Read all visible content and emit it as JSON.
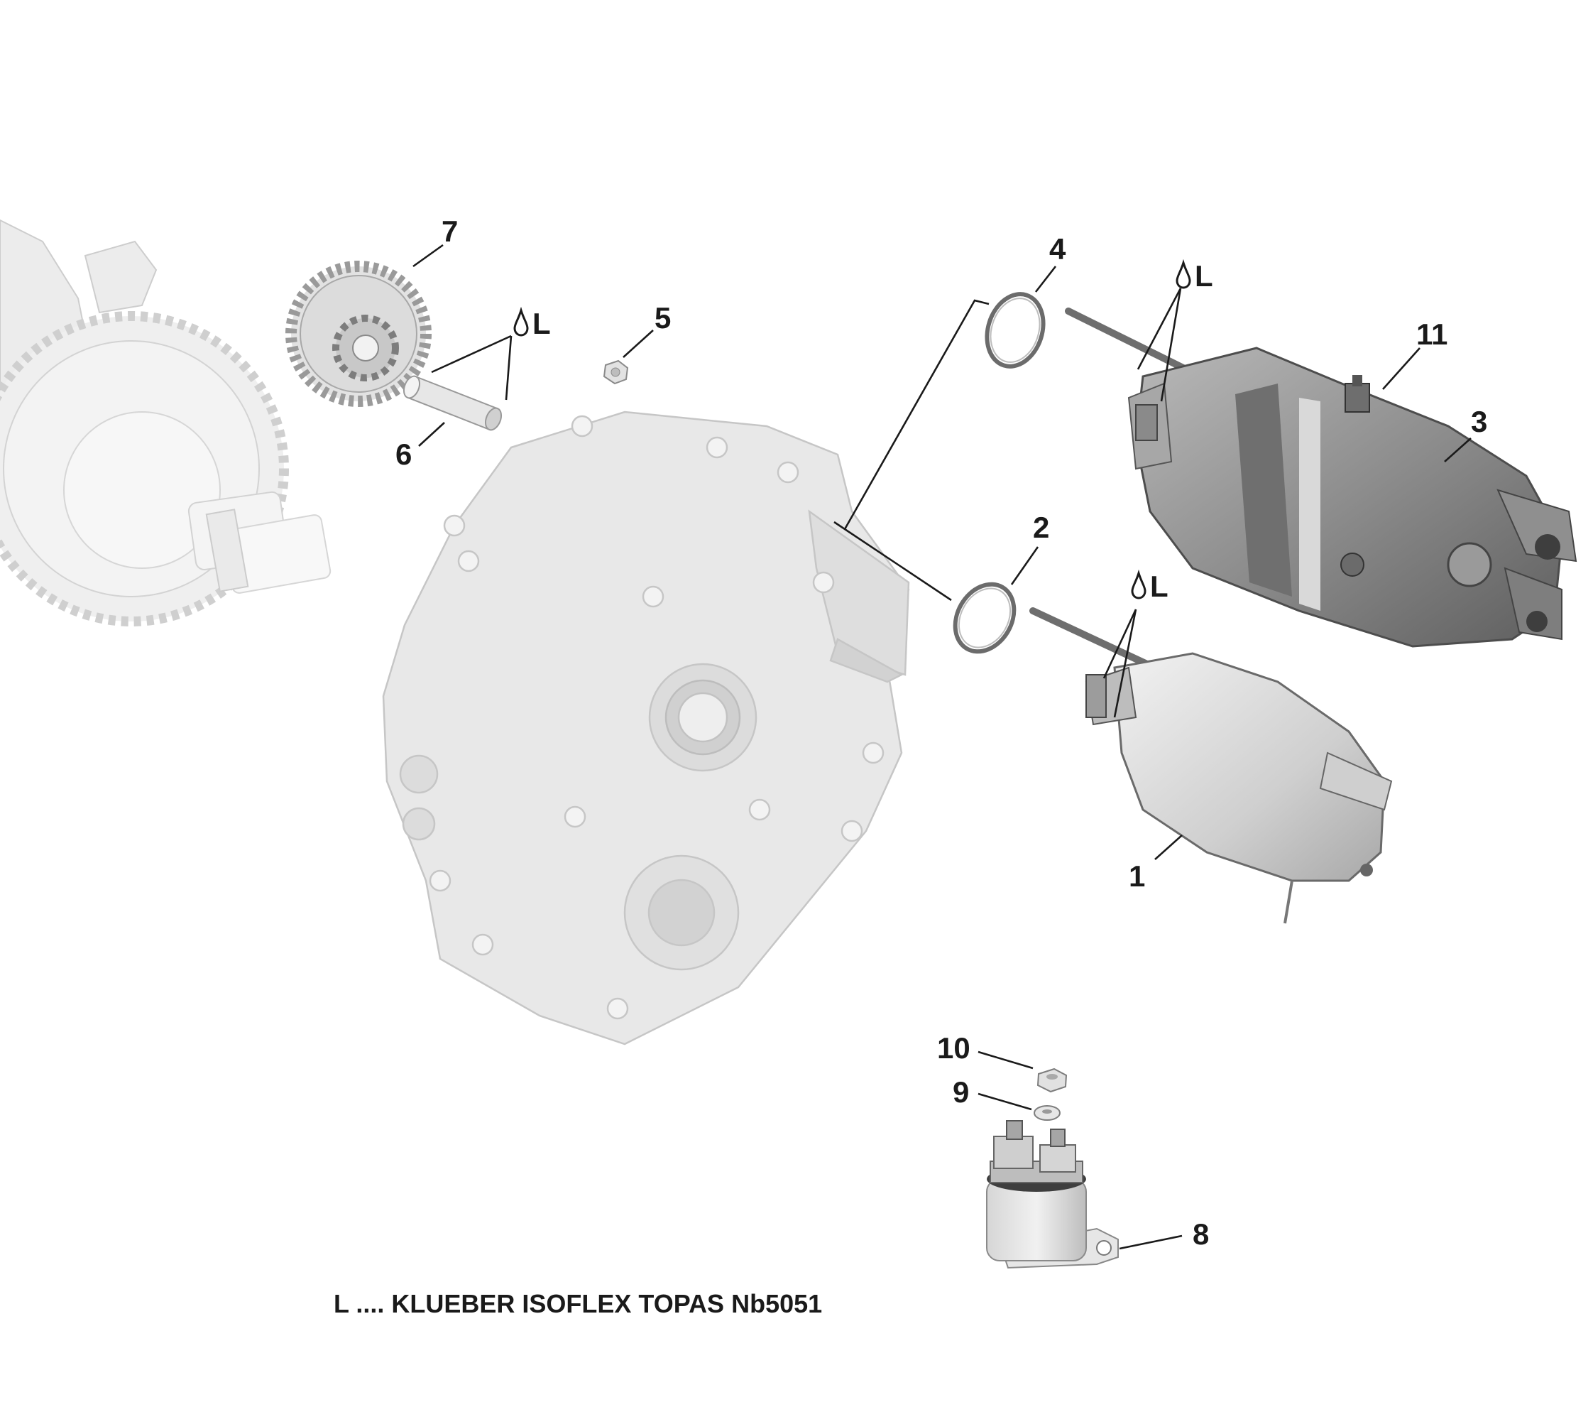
{
  "diagram": {
    "callouts": {
      "c1": "1",
      "c2": "2",
      "c3": "3",
      "c4": "4",
      "c5": "5",
      "c6": "6",
      "c7": "7",
      "c8": "8",
      "c9": "9",
      "c10": "10",
      "c11": "11"
    },
    "lube_symbol_letter": "L",
    "legend": "L .... KLUEBER ISOFLEX TOPAS Nb5051"
  },
  "colors": {
    "ghost_part": "#e9e9e9",
    "ghost_edge": "#c9c9c9",
    "starter_dark": "#7a7a7a",
    "starter_mid": "#9a9a9a",
    "starter_light": "#c4c4c4",
    "text": "#1a1a1a"
  }
}
